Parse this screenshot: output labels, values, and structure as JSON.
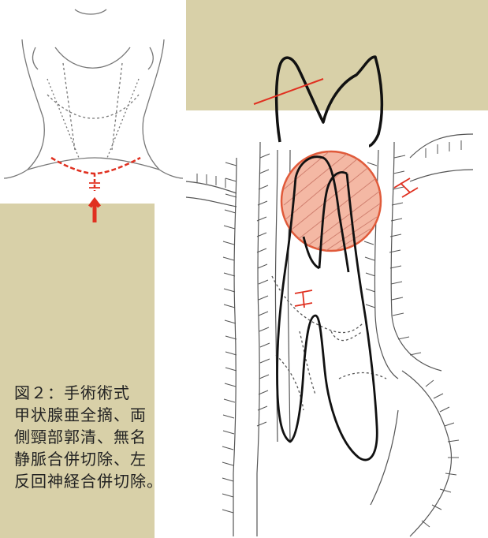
{
  "caption": {
    "line1": "図２：手術術式",
    "line2": "甲状腺亜全摘、両",
    "line3": "側頸部郭清、無名",
    "line4": "静脈合併切除、左",
    "line5": "反回神経合併切除。"
  },
  "colors": {
    "background": "#d8d0a8",
    "incision": "#e03020",
    "resection_fill": "#f4b8a4",
    "outline": "#111111",
    "sketch": "#555555"
  }
}
